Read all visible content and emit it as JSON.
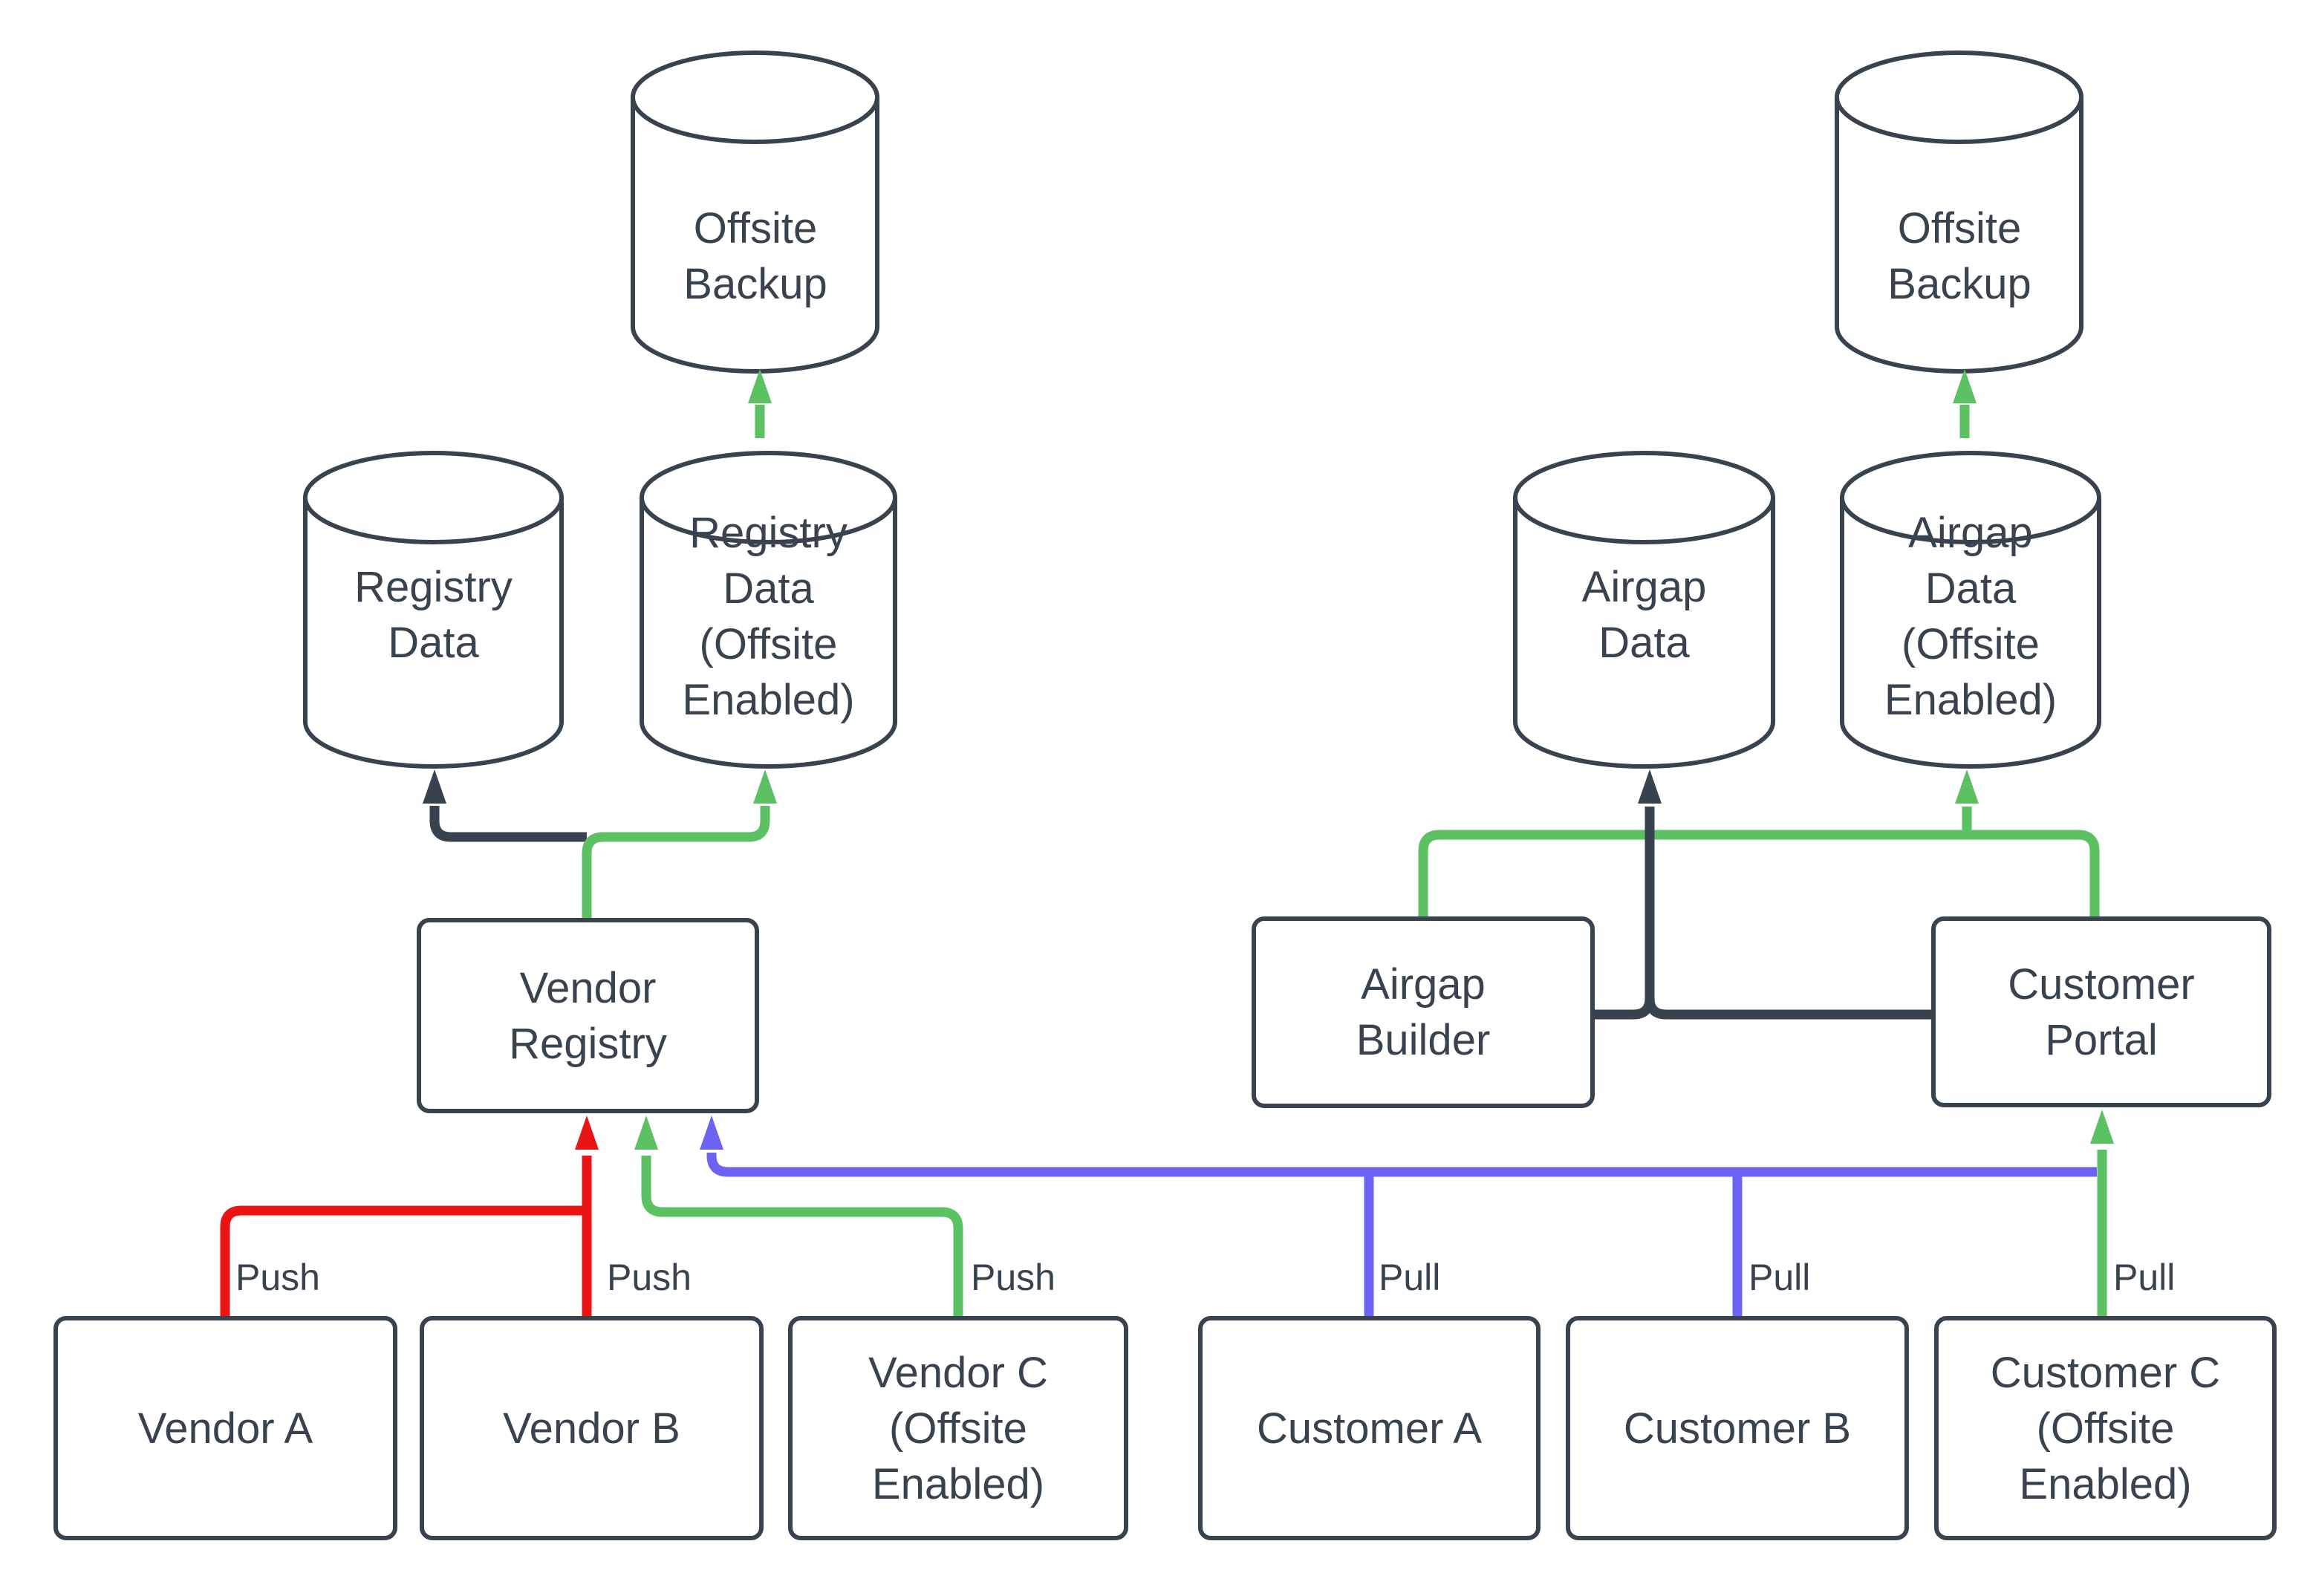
{
  "colors": {
    "ink": "#39434F",
    "green": "#5BC162",
    "red": "#EB1414",
    "blue": "#6C63F3",
    "background": "#FFFFFF"
  },
  "nodes": {
    "offsite_backup_left": {
      "label": "Offsite\nBackup",
      "shape": "cylinder"
    },
    "registry_data": {
      "label": "Registry\nData",
      "shape": "cylinder"
    },
    "registry_data_offsite": {
      "label": "Registry\nData\n(Offsite\nEnabled)",
      "shape": "cylinder"
    },
    "vendor_registry": {
      "label": "Vendor\nRegistry",
      "shape": "rect"
    },
    "vendor_a": {
      "label": "Vendor A",
      "shape": "rect"
    },
    "vendor_b": {
      "label": "Vendor B",
      "shape": "rect"
    },
    "vendor_c": {
      "label": "Vendor C\n(Offsite\nEnabled)",
      "shape": "rect"
    },
    "offsite_backup_right": {
      "label": "Offsite\nBackup",
      "shape": "cylinder"
    },
    "airgap_data": {
      "label": "Airgap\nData",
      "shape": "cylinder"
    },
    "airgap_data_offsite": {
      "label": "Airgap\nData\n(Offsite\nEnabled)",
      "shape": "cylinder"
    },
    "airgap_builder": {
      "label": "Airgap\nBuilder",
      "shape": "rect"
    },
    "customer_portal": {
      "label": "Customer\nPortal",
      "shape": "rect"
    },
    "customer_a": {
      "label": "Customer A",
      "shape": "rect"
    },
    "customer_b": {
      "label": "Customer B",
      "shape": "rect"
    },
    "customer_c": {
      "label": "Customer C\n(Offsite\nEnabled)",
      "shape": "rect"
    }
  },
  "edge_labels": {
    "push_vendor_a": "Push",
    "push_vendor_b": "Push",
    "push_vendor_c": "Push",
    "pull_customer_a": "Pull",
    "pull_customer_b": "Pull",
    "pull_customer_c": "Pull"
  }
}
